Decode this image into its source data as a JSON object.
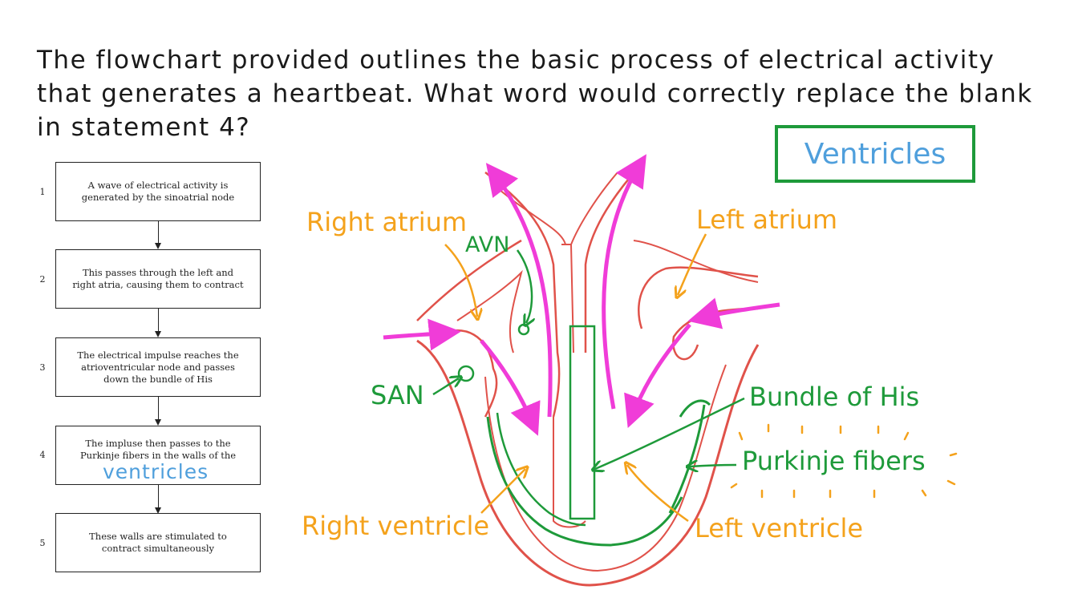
{
  "question": "The flowchart provided outlines the basic process of electrical activity that generates a heartbeat. What word would correctly replace the blank in statement 4?",
  "answer": "Ventricles",
  "flowchart": {
    "steps": [
      {
        "number": "1",
        "text": "A wave of electrical activity is generated by the sinoatrial node"
      },
      {
        "number": "2",
        "text": "This passes through the left and right atria, causing them to contract"
      },
      {
        "number": "3",
        "text": "The electrical impulse reaches the atrioventricular node and passes down the bundle of His"
      },
      {
        "number": "4",
        "text": "The impluse then passes to the Purkinje fibers in the walls of the"
      },
      {
        "number": "5",
        "text": "These walls are stimulated to contract simultaneously"
      }
    ],
    "filled_word": "ventricles"
  },
  "diagram": {
    "labels": {
      "right_atrium": "Right atrium",
      "left_atrium": "Left atrium",
      "avn": "AVN",
      "san": "SAN",
      "bundle_of_his": "Bundle of His",
      "purkinje_fibers": "Purkinje fibers",
      "right_ventricle": "Right ventricle",
      "left_ventricle": "Left ventricle"
    },
    "colors": {
      "heart_outline": "#e0524a",
      "blood_flow": "#f03cd8",
      "conduction": "#1e9a3a",
      "anatomy_labels": "#f4a21c",
      "answer": "#4f9fdc"
    }
  }
}
